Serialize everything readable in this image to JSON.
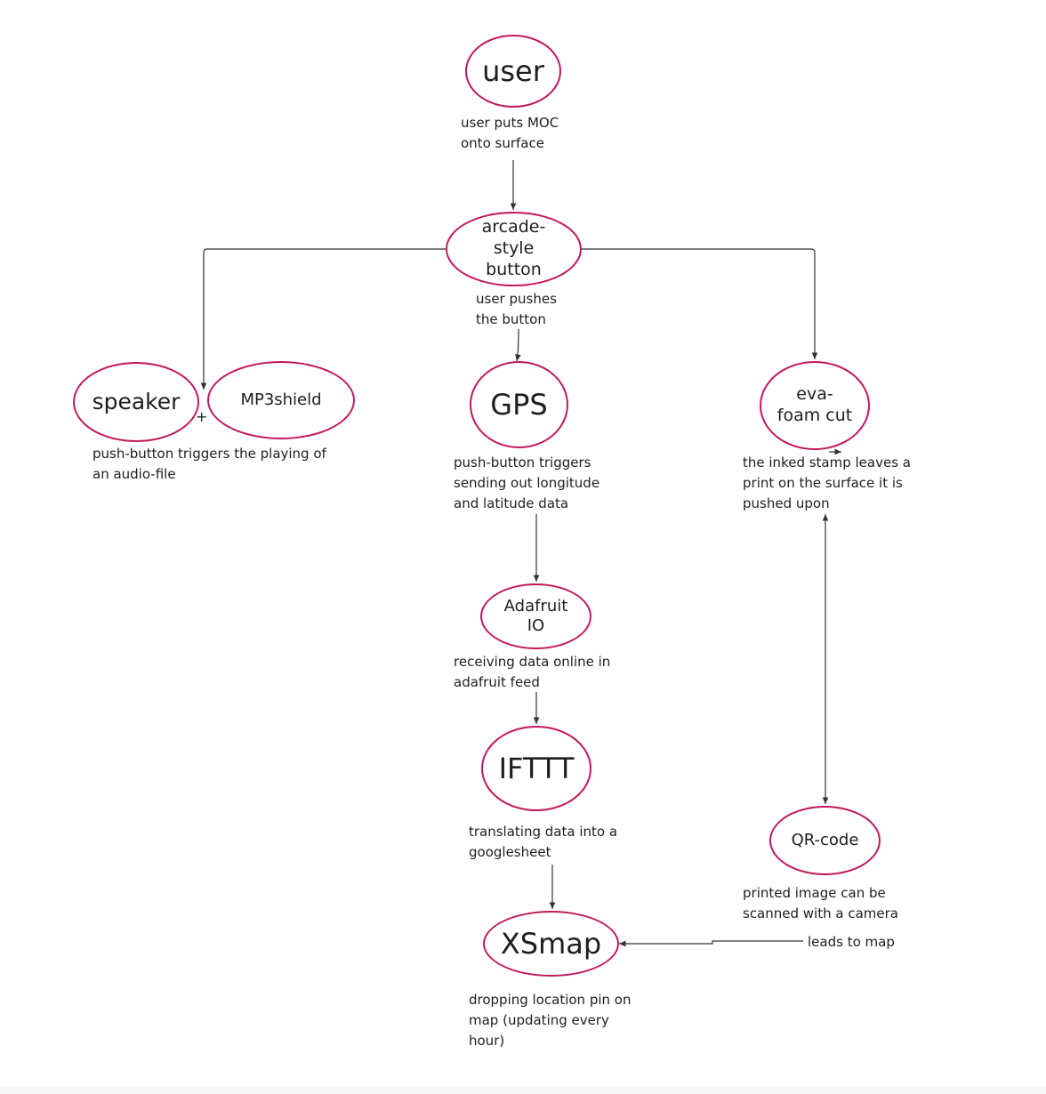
{
  "nodes": {
    "user": "user",
    "arcade": "arcade-style button",
    "speaker": "speaker",
    "mp3shield": "MP3shield",
    "gps": "GPS",
    "evafoam": "eva-foam cut",
    "adafruit": "Adafruit IO",
    "ifttt": "IFTTT",
    "qrcode": "QR-code",
    "xsmap": "XSmap"
  },
  "plus_sign": "+",
  "notes": {
    "user": [
      "user puts MOC",
      "onto surface"
    ],
    "arcade": [
      "user pushes",
      "the button"
    ],
    "speaker": [
      "push-button triggers the playing of",
      "an audio-file"
    ],
    "gps": [
      "push-button triggers",
      "sending out longitude",
      "and latitude data"
    ],
    "evafoam": [
      "the inked stamp leaves a",
      "print on the surface it is",
      "pushed upon"
    ],
    "adafruit": [
      "receiving data online in",
      "adafruit feed"
    ],
    "ifttt": [
      "translating data into a",
      "googlesheet"
    ],
    "qrcode": [
      "printed image can be",
      "scanned with a camera"
    ],
    "leads": [
      "leads to map"
    ],
    "xsmap": [
      "dropping location pin on",
      "map (updating every",
      "hour)"
    ]
  },
  "colors": {
    "node_border": "#c2185b",
    "edge": "#333333"
  }
}
